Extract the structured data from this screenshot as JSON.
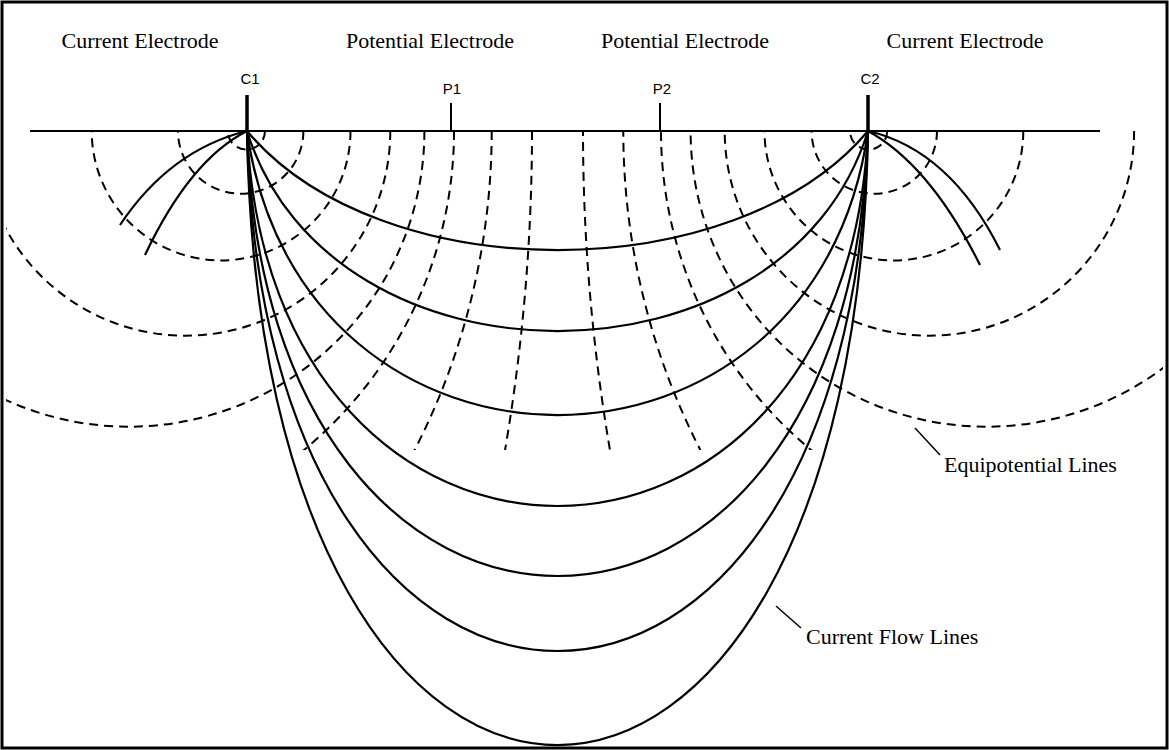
{
  "diagram": {
    "labels": [
      "Current Electrode",
      "Potential Electrode",
      "Potential Electrode",
      "Current Electrode",
      "C1",
      "P1",
      "P2",
      "C2",
      "Equipotential Lines",
      "Current Flow Lines"
    ]
  }
}
